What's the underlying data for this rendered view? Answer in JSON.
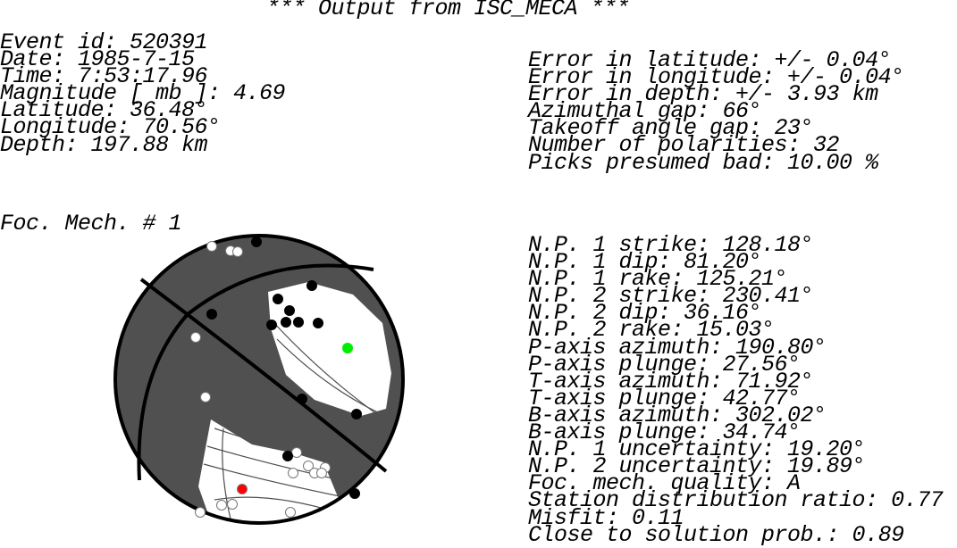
{
  "title": "*** Output from ISC_MECA ***",
  "event": [
    "Event id: 520391",
    "Date: 1985-7-15",
    "Time: 7:53:17.96",
    "Magnitude [ mb ]: 4.69",
    "Latitude: 36.48°",
    "Longitude: 70.56°",
    "Depth: 197.88 km"
  ],
  "errors": [
    "Error in latitude: +/- 0.04°",
    "Error in longitude: +/- 0.04°",
    "Error in depth: +/- 3.93 km",
    "Azimuthal gap: 66°",
    "Takeoff angle gap: 23°",
    "Number of polarities: 32",
    "Picks presumed bad: 10.00 %"
  ],
  "mechanism_label": "Foc. Mech. # 1",
  "mechanism": [
    "N.P. 1 strike: 128.18°",
    "N.P. 1 dip: 81.20°",
    "N.P. 1 rake: 125.21°",
    "N.P. 2 strike: 230.41°",
    "N.P. 2 dip: 36.16°",
    "N.P. 2 rake: 15.03°",
    "P-axis azimuth: 190.80°",
    "P-axis plunge: 27.56°",
    "T-axis azimuth: 71.92°",
    "T-axis plunge: 42.77°",
    "B-axis azimuth: 302.02°",
    "B-axis plunge: 34.74°",
    "N.P. 1 uncertainty: 19.20°",
    "N.P. 2 uncertainty: 19.89°",
    "Foc. mech. quality: A",
    "Station distribution ratio: 0.77",
    "Misfit: 0.11",
    "Close to solution prob.: 0.89"
  ],
  "colors": {
    "solution_fill": "#505050",
    "t_axis": "#00ee00",
    "p_axis": "#ff0000"
  }
}
